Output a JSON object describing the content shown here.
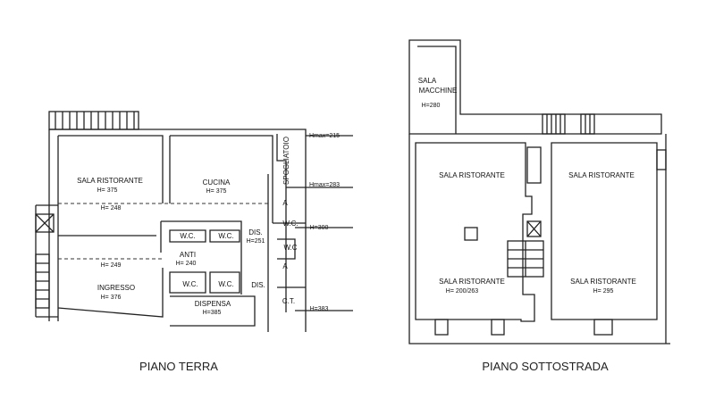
{
  "piano_terra": {
    "title": "PIANO TERRA",
    "rooms": {
      "sala_ristorante": "SALA RISTORANTE",
      "sala_ristorante_h": "H= 375",
      "cucina": "CUCINA",
      "cucina_h": "H= 375",
      "corridor_h_upper": "H= 248",
      "corridor_h_lower": "H= 249",
      "wc1": "W.C.",
      "wc2": "W.C.",
      "wc3": "W.C.",
      "wc4": "W.C.",
      "anti": "ANTI",
      "anti_h": "H= 240",
      "dis1": "DIS.",
      "dis1_h": "H=251",
      "dis2": "DIS.",
      "ingresso": "INGRESSO",
      "ingresso_h": "H= 376",
      "dispensa": "DISPENSA",
      "dispensa_h": "H=385",
      "spogliatoio": "SPOGLIATOIO",
      "a1": "A",
      "a2": "A",
      "wc5": "W.C.",
      "wc6": "W.C",
      "ct": "C.T.",
      "hmax215": "Hmax=215",
      "hmax283": "Hmax=283",
      "h300": "H=300",
      "h383": "H=383"
    }
  },
  "piano_sottostrada": {
    "title": "PIANO SOTTOSTRADA",
    "rooms": {
      "sala": "SALA",
      "macchine": "MACCHINE",
      "macchine_h": "H=280",
      "sr_top_left": "SALA RISTORANTE",
      "sr_top_right": "SALA RISTORANTE",
      "sr_bottom_left": "SALA RISTORANTE",
      "sr_bottom_left_h": "H= 200/263",
      "sr_bottom_right": "SALA RISTORANTE",
      "sr_bottom_right_h": "H= 295"
    }
  }
}
